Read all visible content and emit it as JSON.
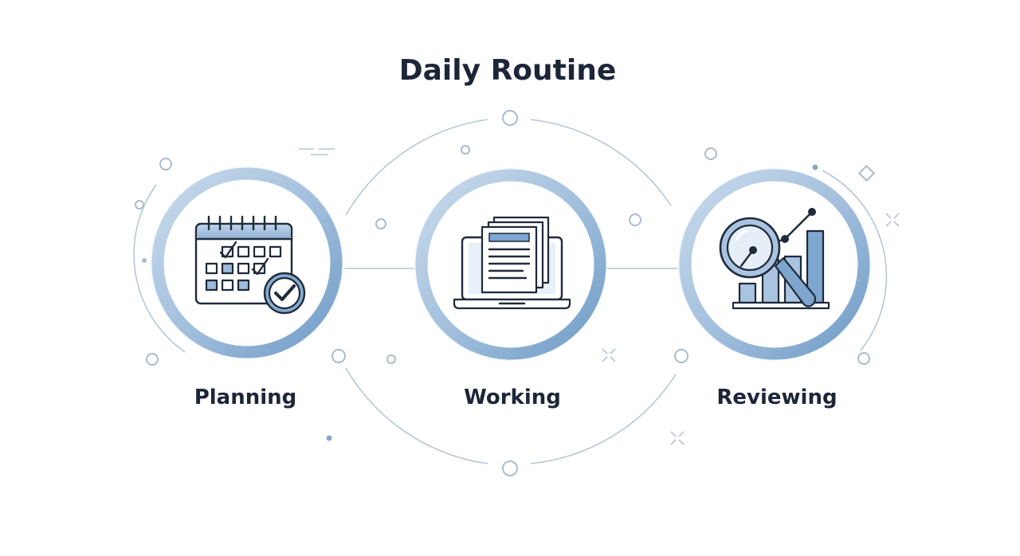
{
  "title": "Daily Routine",
  "steps": [
    {
      "label": "Planning",
      "icon": "calendar-check-icon"
    },
    {
      "label": "Working",
      "icon": "laptop-documents-icon"
    },
    {
      "label": "Reviewing",
      "icon": "magnifier-chart-icon"
    }
  ],
  "colors": {
    "text": "#1d2638",
    "ring_light": "#c3d6e8",
    "ring_dark": "#6b97c2",
    "accent_fill": "#a9c4e0",
    "accent_mid": "#7ea6cf",
    "connector": "#b9cad9"
  }
}
